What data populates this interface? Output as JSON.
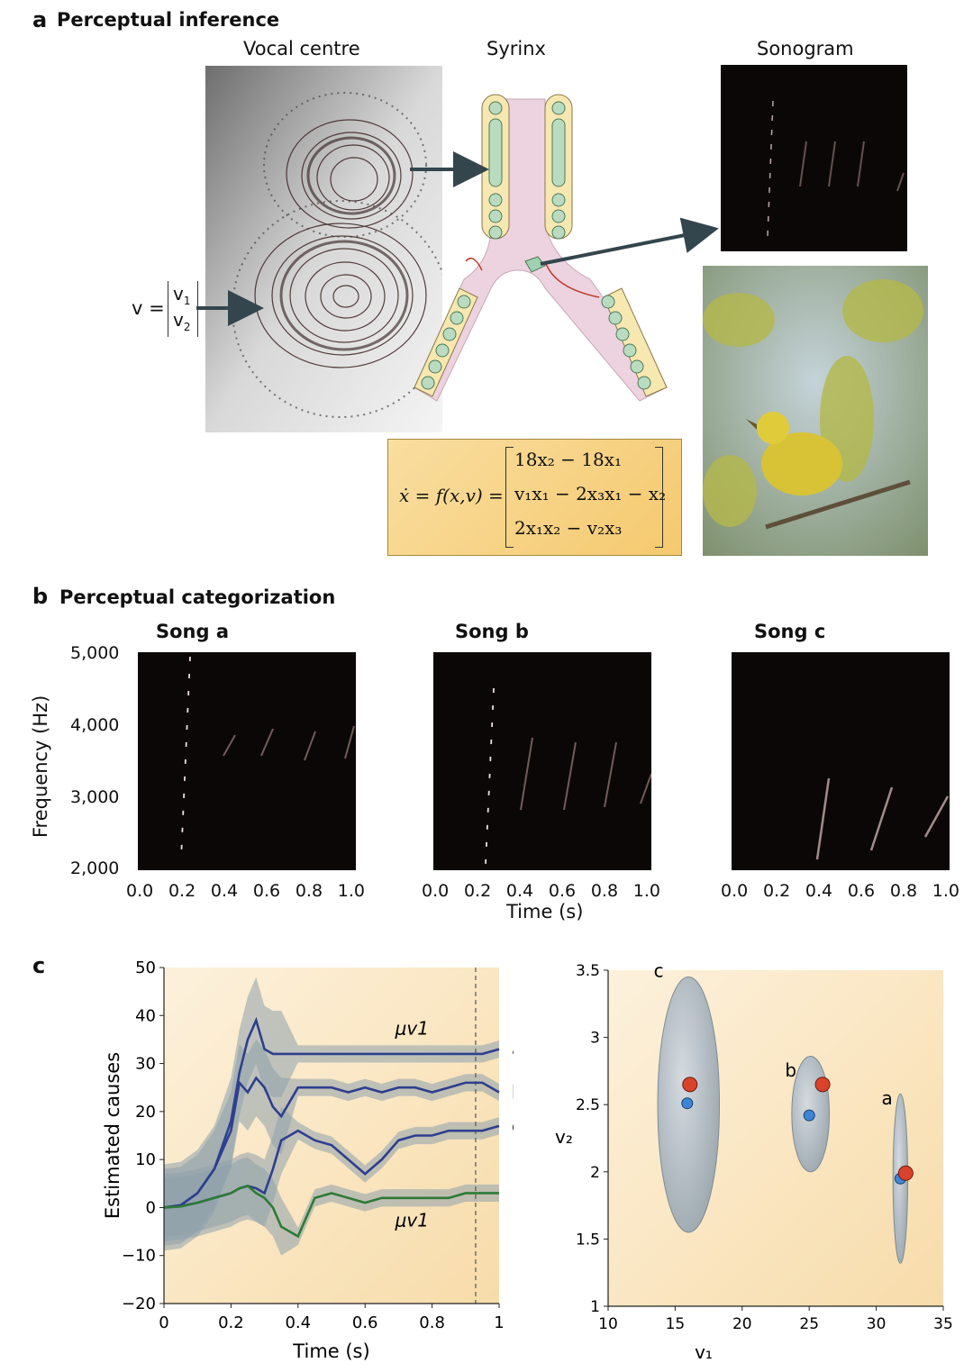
{
  "panel_a": {
    "letter": "a",
    "title": "Perceptual inference",
    "vocal_centre": "Vocal centre",
    "syrinx": "Syrinx",
    "sonogram": "Sonogram",
    "v_label": "v =",
    "v1": "v",
    "v1_sub": "1",
    "v2": "v",
    "v2_sub": "2",
    "equation": {
      "lhs": "ẋ = f(x,v) =",
      "row1": "18x₂ − 18x₁",
      "row2": "v₁x₁ − 2x₃x₁ − x₂",
      "row3": "2x₁x₂ − v₂x₃"
    }
  },
  "panel_b": {
    "letter": "b",
    "title": "Perceptual categorization",
    "songs": [
      "Song a",
      "Song b",
      "Song c"
    ],
    "ylabel": "Frequency (Hz)",
    "yticks": [
      "5,000",
      "4,000",
      "3,000",
      "2,000"
    ],
    "xticks": [
      "0.0",
      "0.2",
      "0.4",
      "0.6",
      "0.8",
      "1.0"
    ],
    "xlabel": "Time (s)"
  },
  "panel_c": {
    "letter": "c"
  },
  "chart_data": [
    {
      "type": "line",
      "xlabel": "Time (s)",
      "ylabel": "Estimated causes",
      "xlim": [
        0,
        1
      ],
      "ylim": [
        -20,
        50
      ],
      "xticks": [
        "0",
        "0.2",
        "0.4",
        "0.6",
        "0.8",
        "1"
      ],
      "yticks": [
        "50",
        "40",
        "30",
        "20",
        "10",
        "0",
        "−10",
        "−20"
      ],
      "annotations": [
        "μv1",
        "μv1"
      ],
      "x": [
        0,
        0.05,
        0.1,
        0.15,
        0.2,
        0.225,
        0.25,
        0.275,
        0.3,
        0.325,
        0.35,
        0.4,
        0.45,
        0.5,
        0.55,
        0.6,
        0.65,
        0.7,
        0.75,
        0.8,
        0.85,
        0.9,
        0.95,
        1.0
      ],
      "series": [
        {
          "name": "a",
          "values": [
            0,
            0.5,
            3,
            8,
            18,
            28,
            35,
            39,
            33,
            32,
            32,
            32,
            32,
            32,
            32,
            32,
            32,
            32,
            32,
            32,
            32,
            32,
            32,
            33
          ]
        },
        {
          "name": "b",
          "values": [
            0,
            0.5,
            3,
            8,
            16,
            26,
            24,
            27,
            25,
            21,
            19,
            25,
            25,
            25,
            24,
            25,
            24,
            25,
            25,
            24,
            25,
            26,
            26,
            24
          ]
        },
        {
          "name": "c",
          "values": [
            0,
            0.3,
            1,
            2,
            3,
            4,
            4.5,
            4,
            3,
            8,
            14,
            16,
            14,
            13,
            10,
            7,
            10,
            14,
            15,
            15,
            16,
            16,
            16,
            17
          ]
        },
        {
          "name": "",
          "values": [
            0,
            0.2,
            1,
            2,
            3,
            4,
            4.5,
            3,
            2,
            0,
            -4,
            -6,
            2,
            3,
            2,
            1,
            2,
            2,
            2,
            2,
            2,
            3,
            3,
            3
          ]
        }
      ],
      "vline_x": 0.93
    },
    {
      "type": "scatter",
      "xlabel": "v₁",
      "ylabel": "v₂",
      "xlim": [
        10,
        35
      ],
      "ylim": [
        1,
        3.5
      ],
      "xticks": [
        "10",
        "15",
        "20",
        "25",
        "30",
        "35"
      ],
      "yticks": [
        "3.5",
        "3",
        "2.5",
        "2",
        "1.5",
        "1"
      ],
      "ellipses": [
        {
          "label": "c",
          "cx": 16.0,
          "cy": 2.5,
          "rx": 2.3,
          "ry": 0.95
        },
        {
          "label": "b",
          "cx": 25.1,
          "cy": 2.43,
          "rx": 1.4,
          "ry": 0.43
        },
        {
          "label": "a",
          "cx": 31.8,
          "cy": 1.95,
          "rx": 0.55,
          "ry": 0.63
        }
      ],
      "points_true": [
        {
          "x": 16.1,
          "y": 2.65
        },
        {
          "x": 26.0,
          "y": 2.65
        },
        {
          "x": 32.2,
          "y": 1.99
        }
      ],
      "points_estimated": [
        {
          "x": 15.9,
          "y": 2.51
        },
        {
          "x": 25.0,
          "y": 2.42
        },
        {
          "x": 31.8,
          "y": 1.95
        }
      ],
      "colors": {
        "true": "#d9432c",
        "estimated": "#3d86d6",
        "ellipse": "#9aa5ad"
      }
    }
  ]
}
